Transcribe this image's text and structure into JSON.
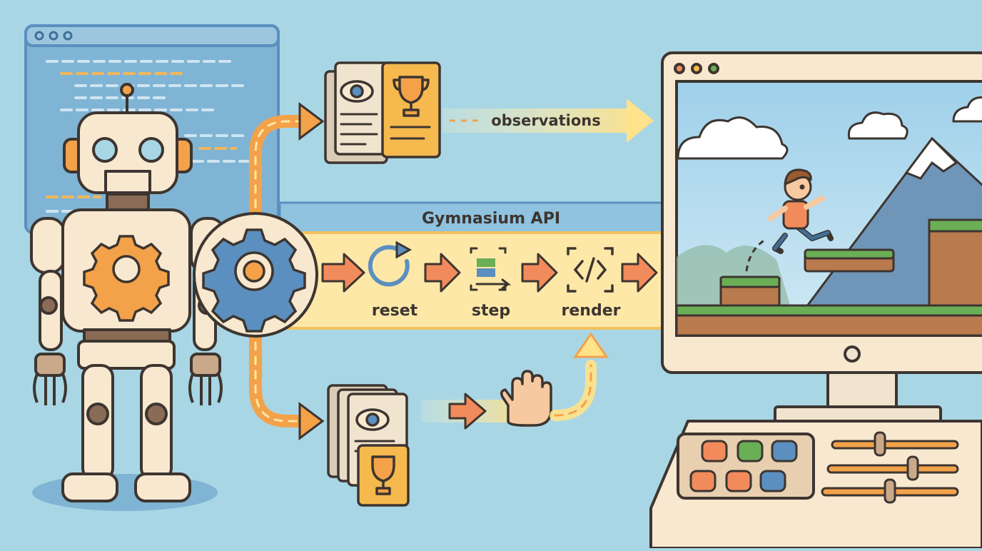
{
  "banner": {
    "title": "Gymnasium API"
  },
  "steps": [
    {
      "label": "reset",
      "icon": "reset-icon"
    },
    {
      "label": "step",
      "icon": "step-icon"
    },
    {
      "label": "render",
      "icon": "code-render-icon"
    }
  ],
  "flow": {
    "top_label": "observations"
  },
  "colors": {
    "background": "#a9d6e5",
    "banner": "#fde8a8",
    "accent_orange": "#f28b5c",
    "outline": "#3d3530",
    "cream": "#f8e8cf",
    "gear_blue": "#5b8fbf",
    "gear_orange": "#f3a24a",
    "grass": "#6aae56",
    "dirt": "#b97a4e"
  },
  "icons": {
    "observation_doc": "eye-document-icon",
    "reward_card": "trophy-card-icon",
    "action": "hand-icon"
  }
}
